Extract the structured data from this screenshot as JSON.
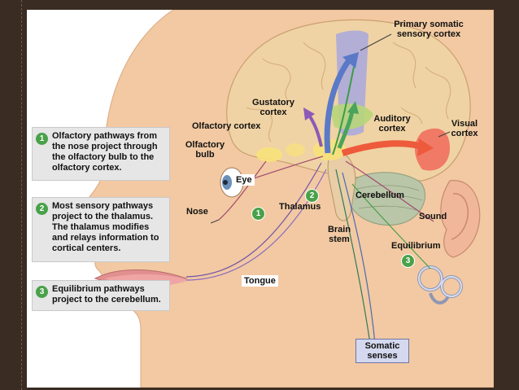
{
  "callouts": [
    {
      "num": "1",
      "text": "Olfactory pathways from the nose project through the olfactory bulb to the olfactory cortex."
    },
    {
      "num": "2",
      "text": "Most sensory pathways project to the thalamus. The thalamus modifies and relays information to cortical centers."
    },
    {
      "num": "3",
      "text": "Equilibrium pathways project to the cerebellum."
    }
  ],
  "labels": {
    "primary_somatic": "Primary somatic sensory cortex",
    "gustatory": "Gustatory cortex",
    "olfactory_cortex": "Olfactory cortex",
    "auditory": "Auditory cortex",
    "visual": "Visual cortex",
    "olfactory_bulb": "Olfactory bulb",
    "eye": "Eye",
    "nose": "Nose",
    "thalamus": "Thalamus",
    "cerebellum": "Cerebellum",
    "sound": "Sound",
    "brain_stem": "Brain stem",
    "equilibrium": "Equilibrium",
    "tongue": "Tongue",
    "somatic_senses": "Somatic senses"
  },
  "badges": {
    "one": "1",
    "two": "2",
    "three": "3"
  },
  "colors": {
    "background": "#3a2c22",
    "badge_green": "#49a14a",
    "skin": "#f2c9a2",
    "brain": "#f0d3a4",
    "cortex_blue": "#a8a7de",
    "visual_red": "#f06a5a",
    "auditory_green": "#b7d67a"
  }
}
